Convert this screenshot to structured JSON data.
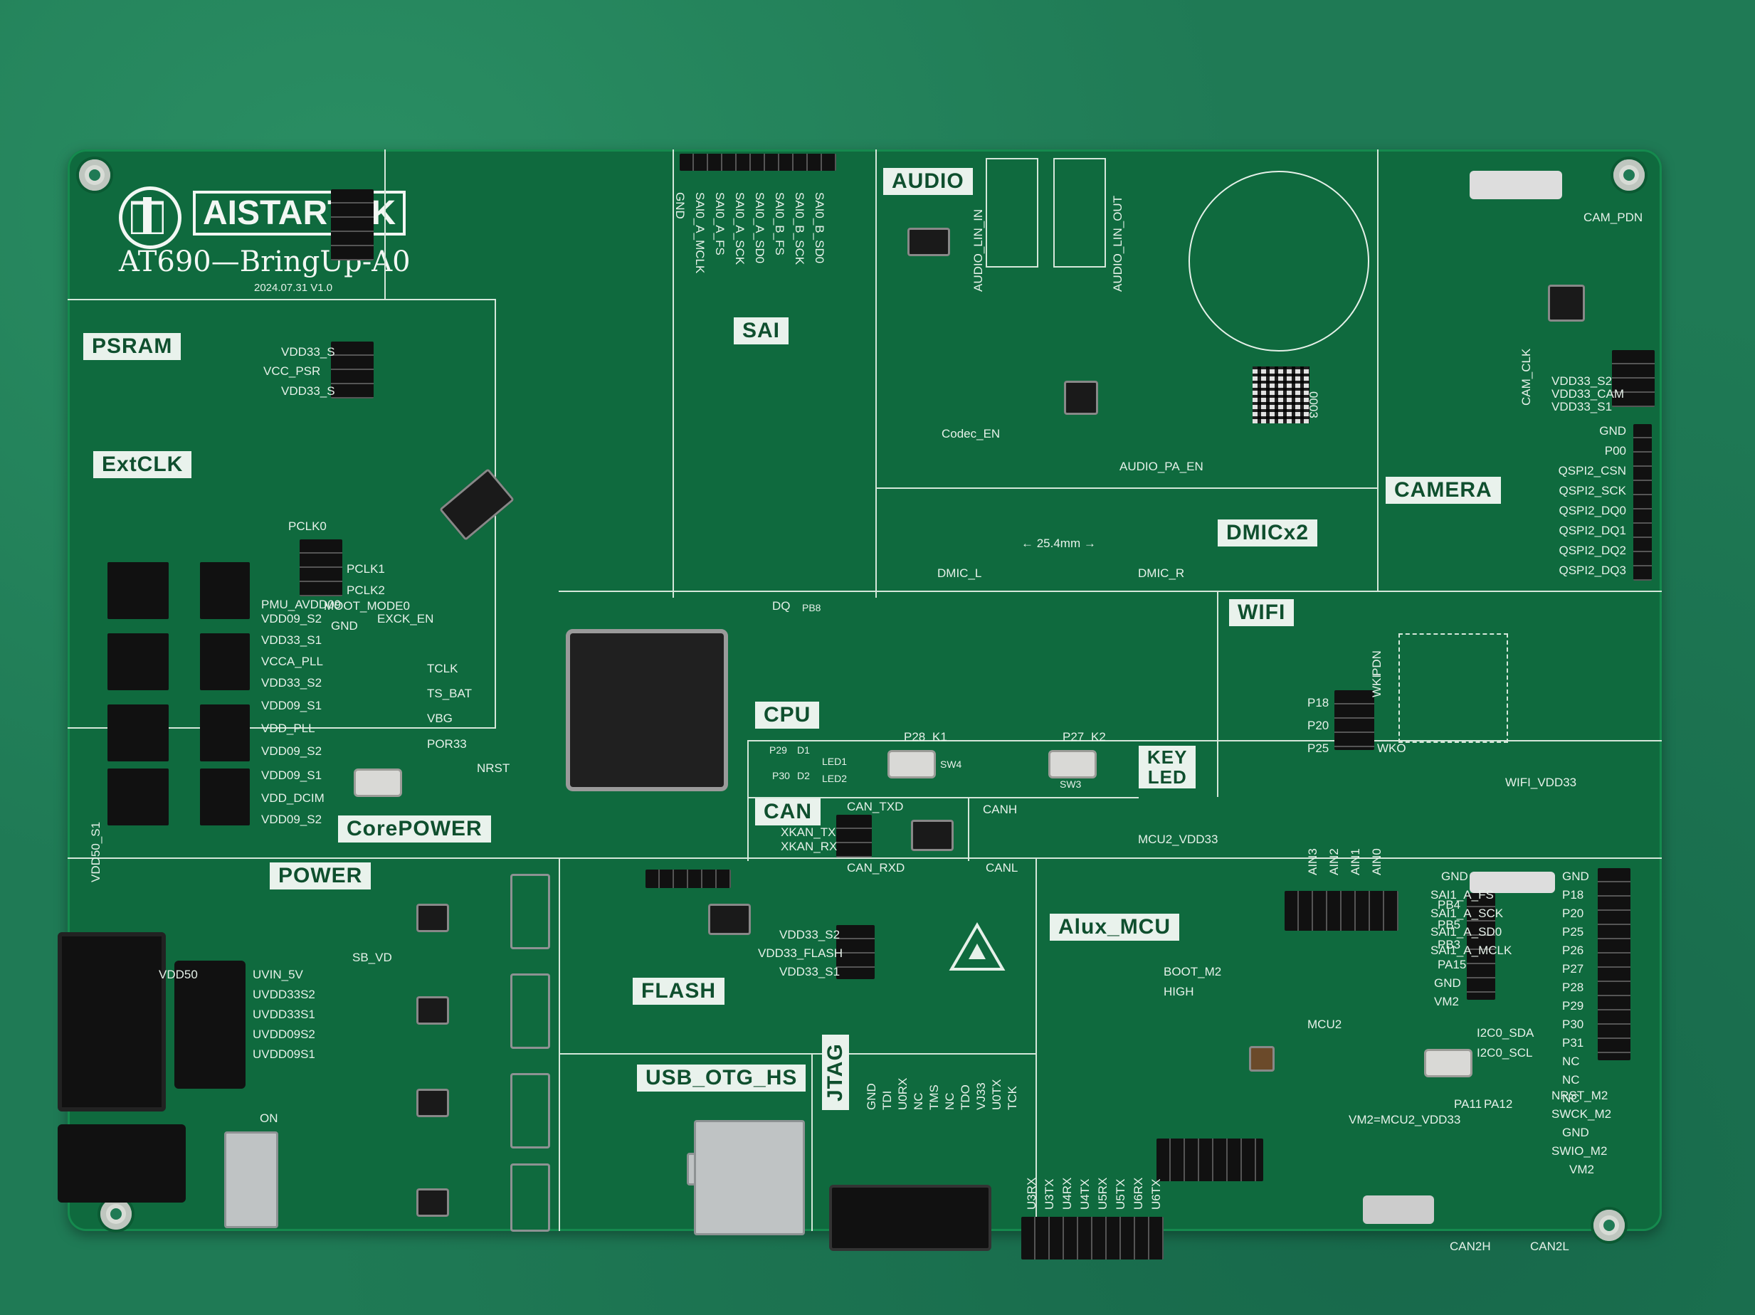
{
  "board": {
    "brand": "AISTARTEK",
    "model": "AT690—BringUp-A0",
    "date_version": "2024.07.31 V1.0"
  },
  "sections": {
    "psram": "PSRAM",
    "extclk": "ExtCLK",
    "corepower": "CorePOWER",
    "power": "POWER",
    "sai": "SAI",
    "audio": "AUDIO",
    "camera": "CAMERA",
    "dmic": "DMICx2",
    "wifi": "WIFI",
    "cpu": "CPU",
    "key_led": "KEY\nLED",
    "can": "CAN",
    "flash": "FLASH",
    "usb_otg": "USB_OTG_HS",
    "jtag": "JTAG",
    "alux_mcu": "Alux_MCU"
  },
  "silkscreen": {
    "psram_pins": [
      "VDD33_S",
      "VCC_PSR",
      "VDD33_S"
    ],
    "sai_pins": [
      "GND",
      "SAI0_A_MCLK",
      "SAI0_A_FS",
      "SAI0_A_SCK",
      "SAI0_A_SD0",
      "SAI0_B_FS",
      "SAI0_B_SCK",
      "SAI0_B_SD0"
    ],
    "corepower_left": [
      "PCLK0",
      "PMU_AVDD09",
      "VDD09_S2",
      "VDD33_S1",
      "VCCA_PLL",
      "VDD33_S2",
      "VDD09_S1",
      "VDD_PLL",
      "VDD09_S2",
      "VDD09_S1",
      "VDD_DCIM",
      "VDD09_S2"
    ],
    "corepower_mid": [
      "PCLK1",
      "PCLK2",
      "MOOT_MODE0",
      "EXCK_EN",
      "GND",
      "TCLK",
      "TS_BAT",
      "VBG",
      "POR33",
      "NRST"
    ],
    "camera_pins": [
      "GND",
      "P00",
      "QSPI2_CSN",
      "QSPI2_SCK",
      "QSPI2_DQ0",
      "QSPI2_DQ1",
      "QSPI2_DQ2",
      "QSPI2_DQ3"
    ],
    "camera_misc": [
      "CAM_PDN",
      "CAM_CLK",
      "VDD33_S2",
      "VDD33_CAM",
      "VDD33_S1"
    ],
    "audio_misc": [
      "AUDIO_LIN_IN",
      "AUDIO_LIN_OUT",
      "Codec_EN",
      "AUDIO_PA_EN"
    ],
    "dmic_misc": [
      "DMIC_L",
      "DMIC_R",
      "← 25.4mm →"
    ],
    "wifi_misc": [
      "WKI",
      "PDN",
      "WKO",
      "WIFI_VDD33",
      "P18",
      "P20",
      "P25"
    ],
    "cpu_misc": [
      "DQ",
      "PB8",
      "P29",
      "P30",
      "D1",
      "D2",
      "LED1",
      "LED2",
      "SW4",
      "SW3",
      "P28",
      "K1",
      "P27",
      "K2"
    ],
    "can_misc": [
      "CAN_TXD",
      "CAN_RXD",
      "XKAN_TX",
      "XKAN_RX",
      "CANH",
      "CANL"
    ],
    "flash_misc": [
      "VDD33_S2",
      "VDD33_FLASH",
      "VDD33_S1"
    ],
    "power_misc": [
      "VDD50_S1",
      "VDD50",
      "UVIN_5V",
      "UVDD33S2",
      "UVDD33S1",
      "UVDD09S2",
      "UVDD09S1",
      "ON",
      "SB_VD"
    ],
    "jtag_pins": [
      "GND",
      "TDI",
      "U0RX",
      "NC",
      "TMS",
      "NC",
      "TDO",
      "VJ33",
      "U0TX",
      "TCK"
    ],
    "mcu_right_pins": [
      "GND",
      "SAI1_A_FS",
      "SAI1_A_SCK",
      "SAI1_A_SD0",
      "SAI1_A_MCLK",
      "GND",
      "VM2"
    ],
    "mcu_right_pins2": [
      "GND",
      "P18",
      "P20",
      "P25",
      "P26",
      "P27",
      "P28",
      "P29",
      "P30",
      "P31",
      "NC",
      "NC",
      "NC"
    ],
    "mcu_right_pins3": [
      "PB4",
      "PB5",
      "PB3",
      "PA15",
      "I2C0_SDA",
      "I2C0_SCL"
    ],
    "mcu_misc": [
      "MCU2_VDD33",
      "BOOT_M2",
      "HIGH",
      "MCU2",
      "VM2=MCU2_VDD33",
      "NRST_M2",
      "SWCK_M2",
      "GND",
      "SWIO_M2",
      "VM2",
      "PA11",
      "PA12",
      "CAN2H",
      "CAN2L",
      "AIN3",
      "AIN2",
      "AIN1",
      "AIN0"
    ],
    "uart_pins": [
      "U3RX",
      "U3TX",
      "U4RX",
      "U4TX",
      "U5RX",
      "U5TX",
      "U6RX",
      "U6TX"
    ],
    "qr_text": "0003"
  },
  "colors": {
    "mat": "#1f7a55",
    "pcb": "#0f6a3e",
    "silkscreen": "#e9f2ec",
    "connector": "#111111",
    "metal": "#bfc3c4"
  }
}
